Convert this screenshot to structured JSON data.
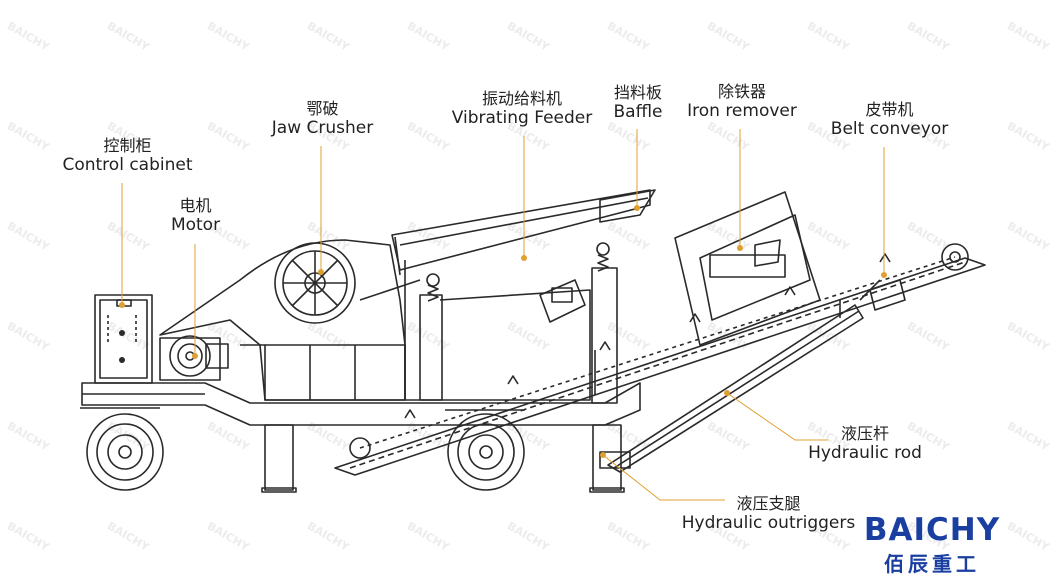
{
  "labels": {
    "control_cabinet": {
      "cn": "控制柜",
      "en": "Control cabinet"
    },
    "motor": {
      "cn": "电机",
      "en": "Motor"
    },
    "jaw_crusher": {
      "cn": "鄂破",
      "en": "Jaw Crusher"
    },
    "vibrating_feeder": {
      "cn": "振动给料机",
      "en": "Vibrating Feeder"
    },
    "baffle": {
      "cn": "挡料板",
      "en": "Baffle"
    },
    "iron_remover": {
      "cn": "除铁器",
      "en": "Iron remover"
    },
    "belt_conveyor": {
      "cn": "皮带机",
      "en": "Belt conveyor"
    },
    "hydraulic_rod": {
      "cn": "液压杆",
      "en": "Hydraulic rod"
    },
    "hydraulic_outriggers": {
      "cn": "液压支腿",
      "en": "Hydraulic outriggers"
    }
  },
  "brand": {
    "logo": "BAICHY",
    "subtitle": "佰辰重工"
  },
  "watermark": "BAICHY",
  "colors": {
    "line": "#2a2a2a",
    "leader": "#e0a030",
    "brand": "#1a3fa0"
  }
}
